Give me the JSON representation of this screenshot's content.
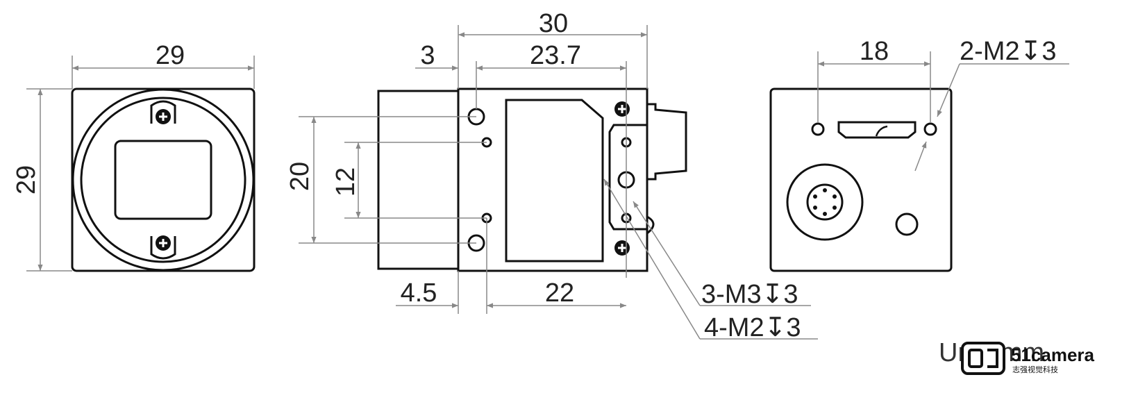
{
  "front_view": {
    "width_label": "29",
    "height_label": "29"
  },
  "side_view": {
    "length_label": "30",
    "flange_label": "3",
    "body_label": "23.7",
    "hole_spacing_large_label": "20",
    "hole_spacing_small_label": "12",
    "offset_label": "4.5",
    "hole_span_label": "22",
    "callout_m3": "3-M3↧3",
    "callout_m2": "4-M2↧3"
  },
  "rear_view": {
    "hole_spacing_label": "18",
    "callout_m2": "2-M2↧3"
  },
  "unit_text": "Unit: mm",
  "logo": {
    "brand": "51camera",
    "tagline": "志强视觉科技"
  },
  "colors": {
    "outline": "#111111",
    "dimension": "#888888",
    "text": "#222222"
  }
}
